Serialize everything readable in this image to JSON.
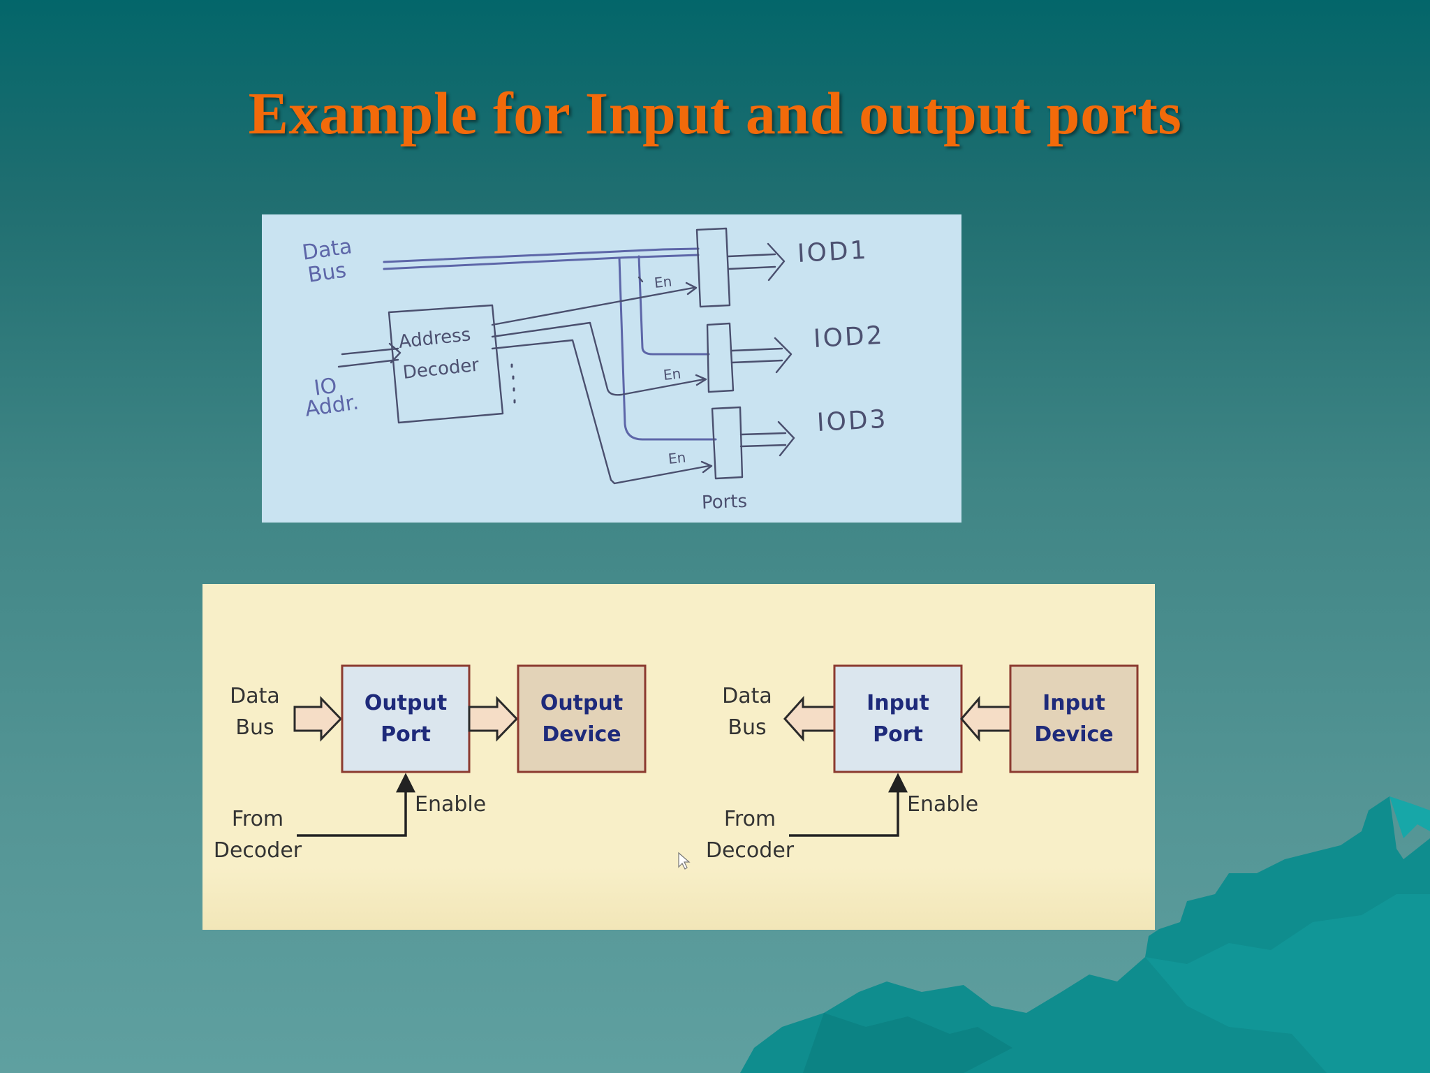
{
  "slide": {
    "title": "Example for Input and output ports"
  },
  "sketch": {
    "data_bus_line1": "Data",
    "data_bus_line2": "Bus",
    "io_addr_line1": "IO",
    "io_addr_line2": "Addr.",
    "decoder_line1": "Address",
    "decoder_line2": "Decoder",
    "en1": "En",
    "en2": "En",
    "en3": "En",
    "iod1": "IOD1",
    "iod2": "IOD2",
    "iod3": "IOD3",
    "ports": "Ports"
  },
  "diagram": {
    "output": {
      "data_bus_line1": "Data",
      "data_bus_line2": "Bus",
      "port_line1": "Output",
      "port_line2": "Port",
      "device_line1": "Output",
      "device_line2": "Device",
      "enable": "Enable",
      "from_line1": "From",
      "from_line2": "Decoder"
    },
    "input": {
      "data_bus_line1": "Data",
      "data_bus_line2": "Bus",
      "port_line1": "Input",
      "port_line2": "Port",
      "device_line1": "Input",
      "device_line2": "Device",
      "enable": "Enable",
      "from_line1": "From",
      "from_line2": "Decoder"
    }
  },
  "colors": {
    "title": "#f26a0a",
    "background_top": "#03666a",
    "background_bottom": "#5fa0a0",
    "mountain": "#0f8d8e",
    "port_fill": "#dbe6ee",
    "device_fill": "#e3d3b8",
    "block_border": "#8b3a2f",
    "block_text": "#1e2a7a"
  }
}
